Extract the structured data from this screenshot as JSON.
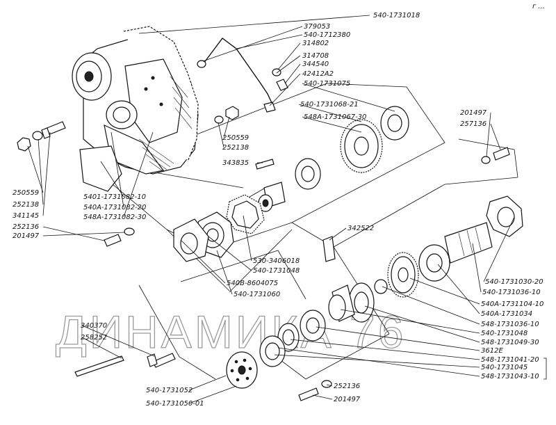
{
  "corner_mark": "г ...",
  "watermark": "ДИНАМИКА 76",
  "labels": {
    "p540_1731018": "540-1731018",
    "p379053": "379053",
    "p540_1712380": "540-1712380",
    "p314802": "314802",
    "p314708": "314708",
    "p344540": "344540",
    "p42412a2": "42412А2",
    "p540_1731075": "540-1731075",
    "p540_1731068_21": "540-1731068-21",
    "p548a_1731067_30": "548А-1731067-30",
    "p201497_top": "201497",
    "p257136": "257136",
    "p250559_mid": "250559",
    "p252138_mid": "252138",
    "p343835": "343835",
    "p250559_left": "250559",
    "p252138_left": "252138",
    "p341145": "341145",
    "p252136_left": "252136",
    "p201497_left": "201497",
    "p5401_1731082_10": "5401-1731082-10",
    "p540a_1731082_20": "540А-1731082-20",
    "p548a_1731082_30": "548А-1731082-30",
    "p342522": "342522",
    "p530_3406018": "530-3406018",
    "p540_1731048_a": "540-1731048",
    "p540b_8604075": "540В-8604075",
    "p540_1731060": "540-1731060",
    "p540_1731030_20": "540-1731030-20",
    "p540_1731036_10": "540-1731036-10",
    "p540a_1731104_10": "540А-1731104-10",
    "p540a_1731034": "540А-1731034",
    "p548_1731036_10": "548-1731036-10",
    "p540_1731048_b": "540-1731048",
    "p548_1731049_30": "548-1731049-30",
    "p3612e": "3612Е",
    "p548_1731041_20": "548-1731041-20",
    "p540_1731045": "540-1731045",
    "p548_1731043_10": "548-1731043-10",
    "p340370": "340370",
    "p258252": "258252",
    "p540_1731052": "540-1731052",
    "p540_1731050_01": "540-1731050-01",
    "p252136_bot": "252136",
    "p201497_bot": "201497"
  }
}
